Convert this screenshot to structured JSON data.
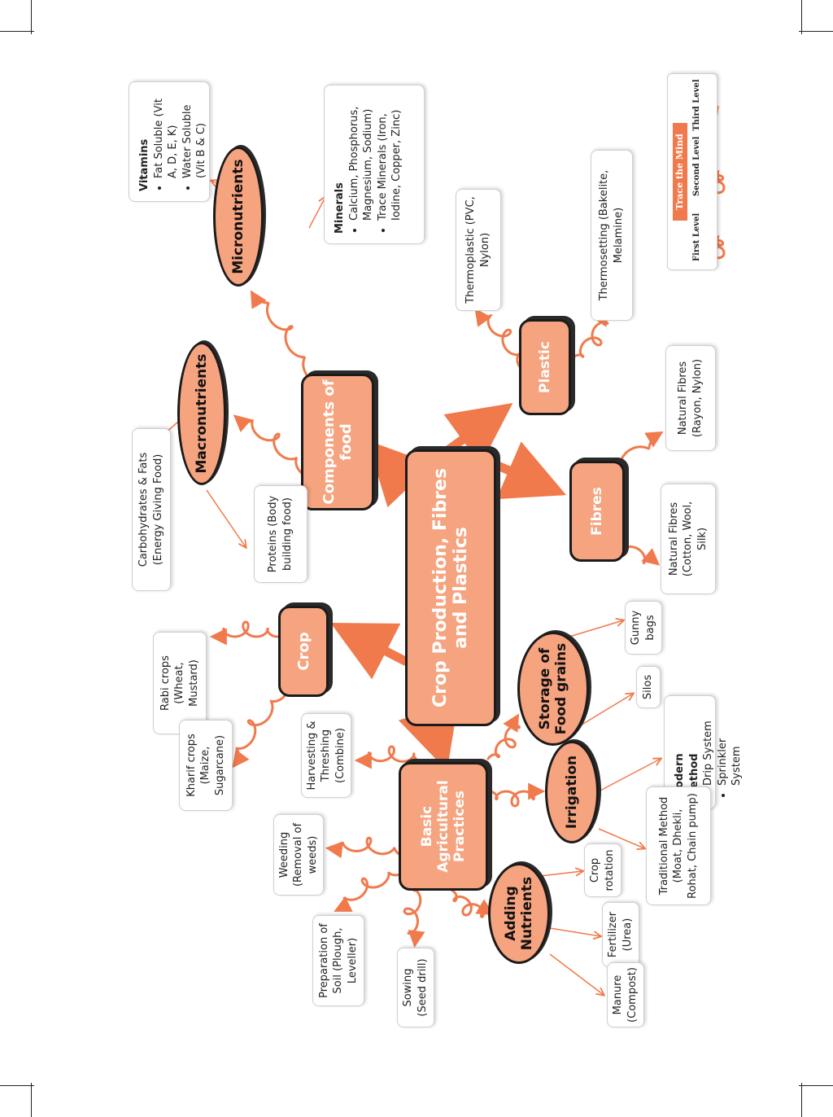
{
  "colors": {
    "accent": "#f07a4c",
    "node_fill": "#f6a37f",
    "outline": "#1b1b1b"
  },
  "center": {
    "label": "Crop Production, Fibres and Plastics"
  },
  "components": {
    "label": "Components of food",
    "macronutrients": {
      "label": "Macronutrients",
      "carbohydrates": "Carbohydrates & Fats (Energy Giving Food)",
      "proteins": "Proteins (Body building food)"
    },
    "micronutrients": {
      "label": "Micronutrients",
      "vitamins": {
        "heading": "Vitamins",
        "items": [
          "Fat Soluble (Vit A, D, E, K)",
          "Water Soluble (Vit B & C)"
        ]
      },
      "minerals": {
        "heading": "Minerals",
        "items": [
          "Calcium, Phosphorus, Magnesium, Sodium)",
          "Trace Minerals (Iron, Iodine, Copper, Zinc)"
        ]
      }
    }
  },
  "plastic": {
    "label": "Plastic",
    "thermoplastic": "Thermoplastic (PVC, Nylon)",
    "thermosetting": "Thermosetting (Bakelite, Melamine)"
  },
  "fibres": {
    "label": "Fibres",
    "natural": "Natural Fibres (Cotton, Wool, Silk)",
    "natural2": "Natural Fibres (Rayon, Nylon)"
  },
  "crop": {
    "label": "Crop",
    "rabi": "Rabi crops (Wheat, Mustard)",
    "kharif": "Kharif crops (Maize, Sugarcane)"
  },
  "basic": {
    "label": "Basic Agricultural Practices",
    "harvesting": "Harvesting & Threshing (Combine)",
    "weeding": "Weeding (Removal of weeds)",
    "preparation": "Preparation of Soil (Plough, Leveller)",
    "sowing": "Sowing (Seed drill)"
  },
  "storage": {
    "label": "Storage of Food grains",
    "gunny": "Gunny bags",
    "silos": "Silos"
  },
  "irrigation": {
    "label": "Irrigation",
    "modern": {
      "heading": "Modern Method",
      "items": [
        "Drip System",
        "Sprinkler System"
      ]
    },
    "traditional": "Traditional Method (Moat, Dhekli, Rohat, Chain pump)"
  },
  "nutrients": {
    "label": "Adding Nutrients",
    "crop_rotation": "Crop rotation",
    "fertilizer": "Fertilizer (Urea)",
    "manure": "Manure (Compost)"
  },
  "legend": {
    "title": "Trace the Mind Map",
    "first": "First Level",
    "second": "Second Level",
    "third": "Third Level"
  }
}
